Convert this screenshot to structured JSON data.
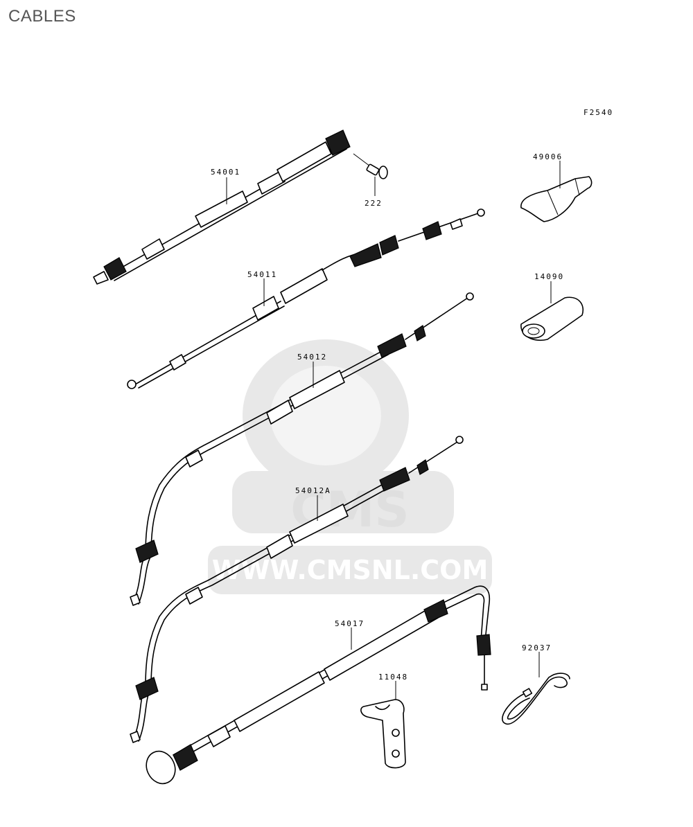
{
  "page": {
    "title": "CABLES"
  },
  "diagram": {
    "figure_code": "F2540",
    "parts": [
      {
        "id": "54001"
      },
      {
        "id": "222"
      },
      {
        "id": "49006"
      },
      {
        "id": "54011"
      },
      {
        "id": "14090"
      },
      {
        "id": "54012"
      },
      {
        "id": "54012A"
      },
      {
        "id": "54017"
      },
      {
        "id": "11048"
      },
      {
        "id": "92037"
      }
    ]
  },
  "watermark": {
    "brand": "CMS",
    "url": "WWW.CMSNL.COM"
  }
}
